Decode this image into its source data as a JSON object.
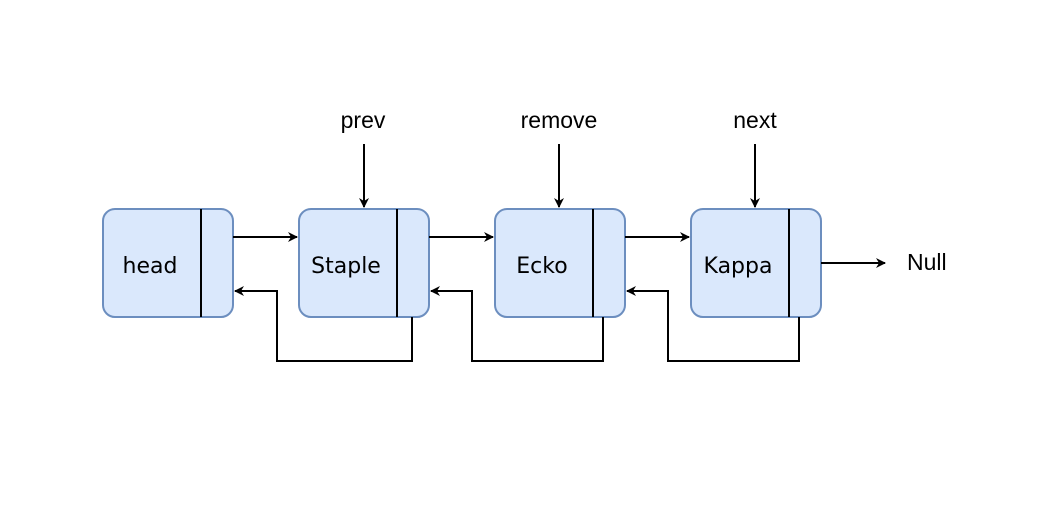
{
  "nodes": [
    {
      "label": "head"
    },
    {
      "label": "Staple"
    },
    {
      "label": "Ecko"
    },
    {
      "label": "Kappa"
    }
  ],
  "pointers": [
    {
      "label": "prev",
      "target": 1
    },
    {
      "label": "remove",
      "target": 2
    },
    {
      "label": "next",
      "target": 3
    }
  ],
  "tail_label": "Null",
  "colors": {
    "node_fill": "#dae8fc",
    "node_stroke": "#6c8ebf",
    "line": "#000000"
  }
}
